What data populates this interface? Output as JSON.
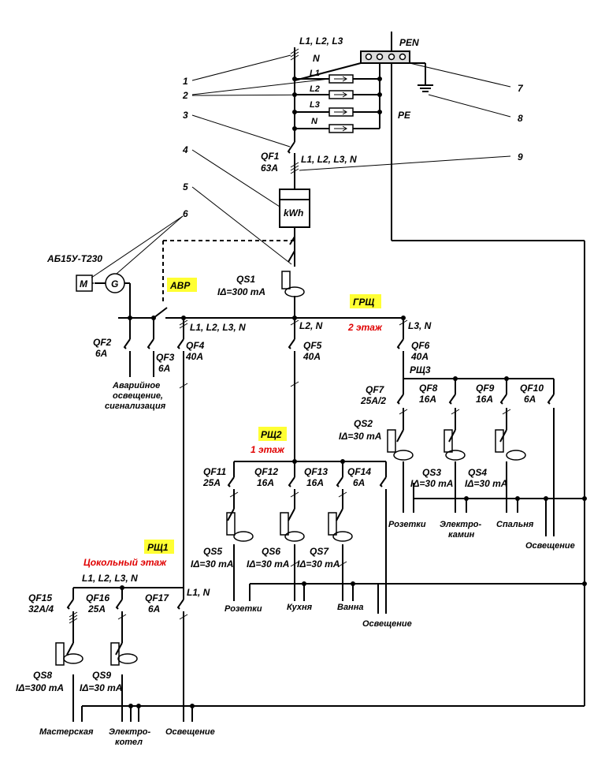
{
  "title": "3PEN ~50 Гц 220/380 В",
  "labels": {
    "l123_top": "L1, L2, L3",
    "n_top": "N",
    "pen": "PEN",
    "pe": "PE",
    "l1": "L1",
    "l2": "L2",
    "l3": "L3",
    "n_small": "N",
    "qf1": "QF1",
    "qf1_rating": "63A",
    "qf1_lines": "L1, L2, L3, N",
    "kwh": "kWh",
    "generator_model": "АБ15У-Т230",
    "motor": "M",
    "generator": "G",
    "avr": "АВР",
    "qs1": "QS1",
    "qs1_current": "IΔ=300 mA",
    "grsch": "ГРЩ",
    "floor2": "2 этаж",
    "l123n": "L1, L2, L3, N",
    "l2n": "L2, N",
    "l3n": "L3, N",
    "qf2": "QF2",
    "qf2_rating": "6A",
    "qf3": "QF3",
    "qf3_rating": "6A",
    "qf4": "QF4",
    "qf4_rating": "40A",
    "qf5": "QF5",
    "qf5_rating": "40A",
    "qf6": "QF6",
    "qf6_rating": "40A",
    "emergency1": "Аварийное",
    "emergency2": "освещение,",
    "emergency3": "сигнализация",
    "rsch3": "РЩ3",
    "qf7": "QF7",
    "qf7_rating": "25A/2",
    "qf8": "QF8",
    "qf8_rating": "16A",
    "qf9": "QF9",
    "qf9_rating": "16A",
    "qf10": "QF10",
    "qf10_rating": "6A",
    "qs2": "QS2",
    "qs2_current": "IΔ=30 mA",
    "qs3": "QS3",
    "qs3_current": "IΔ=30 mA",
    "qs4": "QS4",
    "qs4_current": "IΔ=30 mA",
    "rozetki": "Розетки",
    "elektrokamin1": "Электро-",
    "elektrokamin2": "камин",
    "spalnya": "Спальня",
    "osveshchenie": "Освещение",
    "rsch2": "РЩ2",
    "floor1": "1 этаж",
    "qf11": "QF11",
    "qf11_rating": "25A",
    "qf12": "QF12",
    "qf12_rating": "16A",
    "qf13": "QF13",
    "qf13_rating": "16A",
    "qf14": "QF14",
    "qf14_rating": "6A",
    "qs5": "QS5",
    "qs5_current": "IΔ=30 mA",
    "qs6": "QS6",
    "qs6_current": "IΔ=30 mA",
    "qs7": "QS7",
    "qs7_current": "IΔ=30 mA",
    "kukhnya": "Кухня",
    "vanna": "Ванна",
    "rsch1": "РЩ1",
    "basement": "Цокольный этаж",
    "l123n_b": "L1, L2, L3, N",
    "l1n": "L1, N",
    "qf15": "QF15",
    "qf15_rating": "32A/4",
    "qf16": "QF16",
    "qf16_rating": "25A",
    "qf17": "QF17",
    "qf17_rating": "6A",
    "qs8": "QS8",
    "qs8_current": "IΔ=300 mA",
    "qs9": "QS9",
    "qs9_current": "IΔ=30 mA",
    "masterskaya": "Мастерская",
    "elektrokotel1": "Электро-",
    "elektrokotel2": "котел",
    "callout_1": "1",
    "callout_2": "2",
    "callout_3": "3",
    "callout_4": "4",
    "callout_5": "5",
    "callout_6": "6",
    "callout_7": "7",
    "callout_8": "8",
    "callout_9": "9"
  },
  "colors": {
    "wire": "#000000",
    "highlight": "#ffff33",
    "red_text": "#e00000"
  }
}
